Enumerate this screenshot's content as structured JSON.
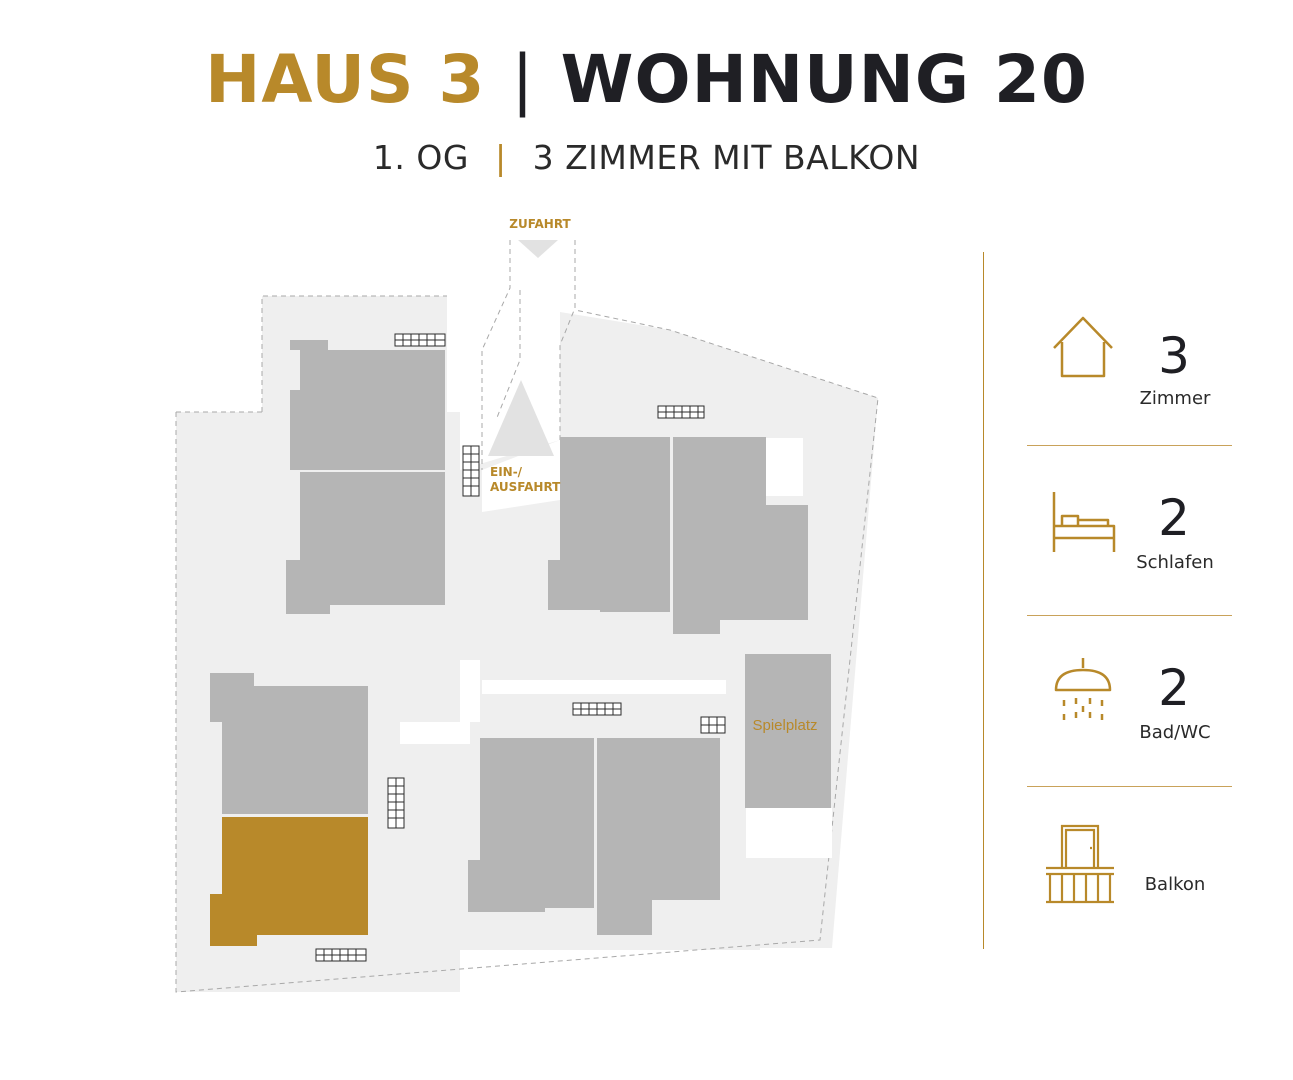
{
  "header": {
    "haus": "HAUS 3",
    "separator": "|",
    "wohnung": "WOHNUNG 20"
  },
  "subheader": {
    "floor": "1. OG",
    "separator": "|",
    "rooms_text": "3 ZIMMER MIT BALKON"
  },
  "plan": {
    "entrance_label": "ZUFAHRT",
    "driveway_label_line1": "EIN-/",
    "driveway_label_line2": "AUSFAHRT",
    "playground_label": "Spielplatz",
    "colors": {
      "ground": "#efefef",
      "building": "#b5b5b5",
      "highlight": "#b8892a",
      "accent": "#b8892a"
    }
  },
  "features": [
    {
      "icon": "house-icon",
      "value": "3",
      "label": "Zimmer"
    },
    {
      "icon": "bed-icon",
      "value": "2",
      "label": "Schlafen"
    },
    {
      "icon": "shower-icon",
      "value": "2",
      "label": "Bad/WC"
    },
    {
      "icon": "balcony-icon",
      "value": "",
      "label": "Balkon"
    }
  ]
}
